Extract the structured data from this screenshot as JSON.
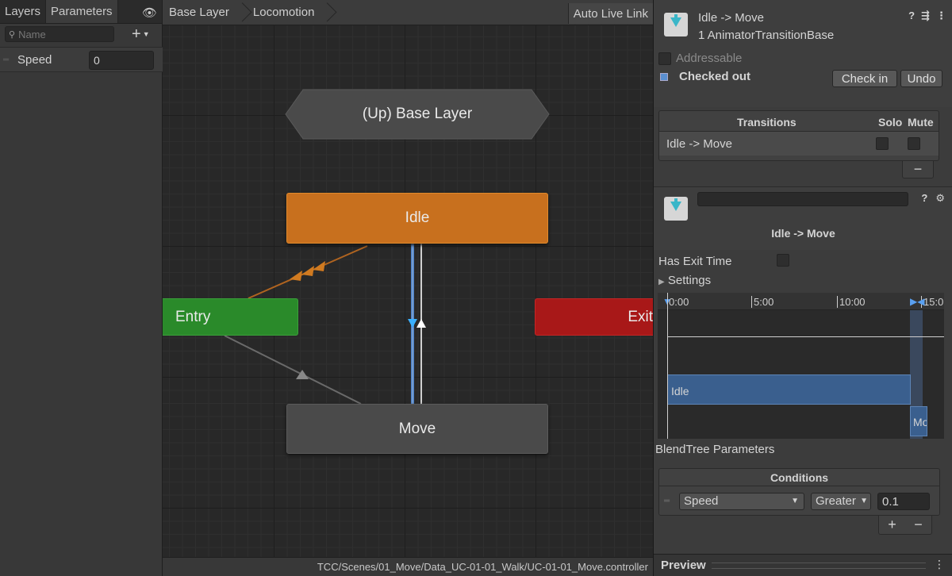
{
  "left_panel": {
    "tabs": [
      "Layers",
      "Parameters"
    ],
    "search_placeholder": "Name",
    "parameters": [
      {
        "name": "Speed",
        "value": "0"
      }
    ]
  },
  "graph": {
    "breadcrumbs": [
      "Base Layer",
      "Locomotion"
    ],
    "live_link": "Auto Live Link",
    "nodes": {
      "up": "(Up) Base Layer",
      "idle": "Idle",
      "move": "Move",
      "entry": "Entry",
      "exit": "Exit"
    },
    "path": "TCC/Scenes/01_Move/Data_UC-01-01_Walk/UC-01-01_Move.controller",
    "colors": {
      "idle": "#c8701e",
      "entry": "#2a8a2a",
      "exit": "#a81818",
      "move": "#4a4a4a"
    }
  },
  "inspector": {
    "title": "Idle -> Move",
    "subtitle": "1 AnimatorTransitionBase",
    "addressable_label": "Addressable",
    "checked_out_label": "Checked out",
    "check_in_label": "Check in",
    "undo_label": "Undo",
    "transitions": {
      "header": "Transitions",
      "solo": "Solo",
      "mute": "Mute",
      "rows": [
        {
          "label": "Idle -> Move"
        }
      ],
      "remove_label": "−"
    },
    "transition_title": "Idle -> Move",
    "has_exit_time_label": "Has Exit Time",
    "settings_label": "Settings",
    "timeline": {
      "ticks": [
        "0:00",
        "5:00",
        "10:00",
        "15:0"
      ],
      "idle_label": "Idle",
      "move_label": "Move"
    },
    "blendtree_label": "BlendTree Parameters",
    "conditions": {
      "header": "Conditions",
      "parameter": "Speed",
      "mode": "Greater",
      "value": "0.1",
      "add_label": "+",
      "remove_label": "−"
    },
    "preview_label": "Preview"
  }
}
